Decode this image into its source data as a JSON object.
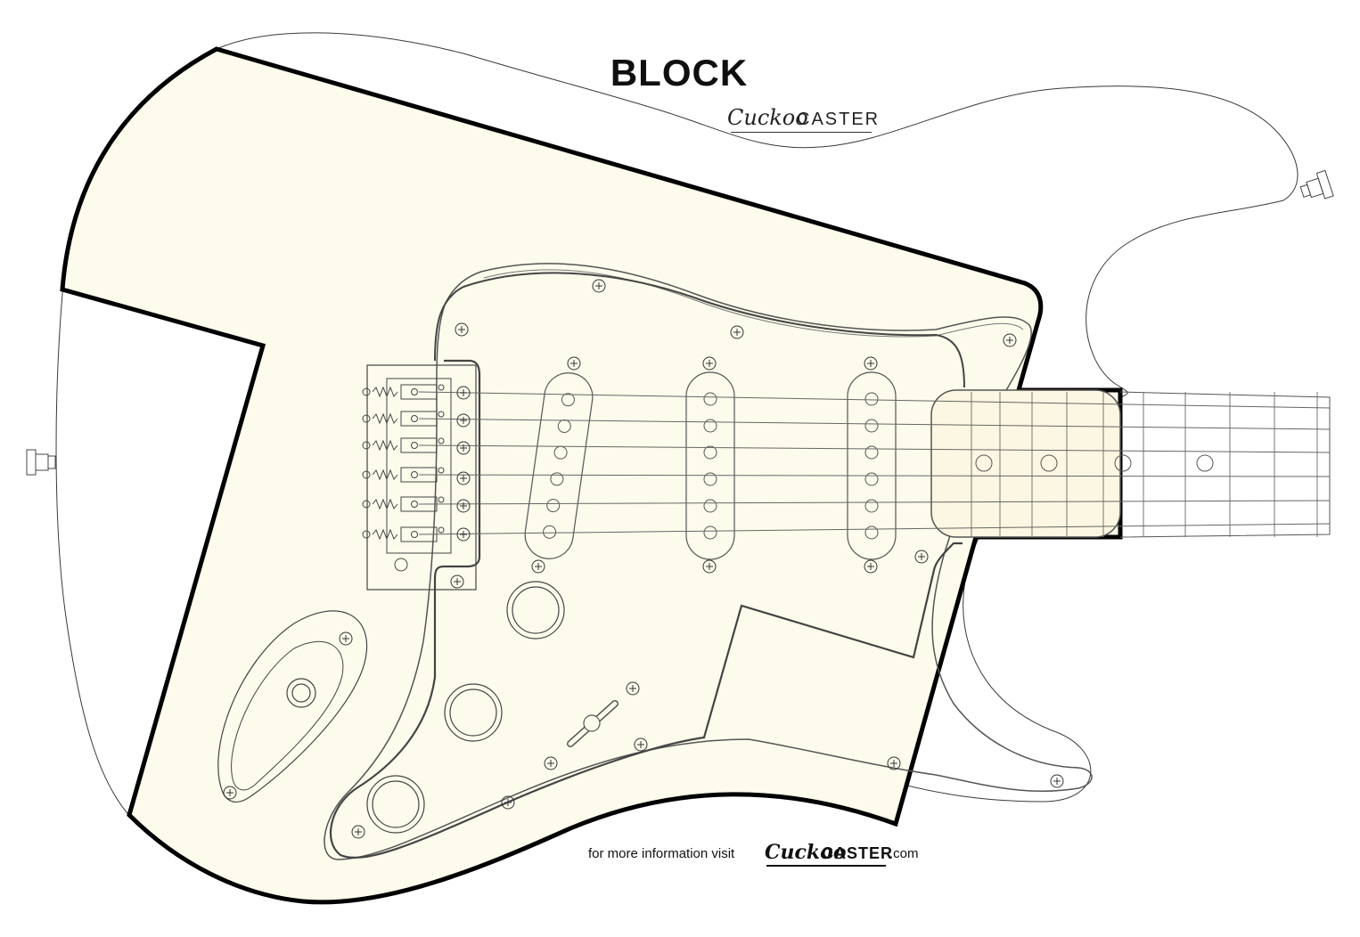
{
  "header": {
    "title": "BLOCK",
    "brand_script": "Cuckoo",
    "brand_caps": "CASTER"
  },
  "footer": {
    "lead_text": "for more information visit",
    "logo_script": "Cuckoo",
    "logo_caps": "CASTER",
    "suffix": ".com"
  },
  "colors": {
    "body_fill": "#fdfbec",
    "outline_bold": "#000000",
    "outline_thin": "#3a3a3a",
    "background": "#ffffff"
  },
  "icons": {
    "screw": "screw-icon",
    "pickup": "pickup-icon",
    "knob": "knob-icon",
    "jack": "output-jack-icon",
    "strap_button": "strap-button-icon",
    "bridge": "bridge-icon"
  }
}
